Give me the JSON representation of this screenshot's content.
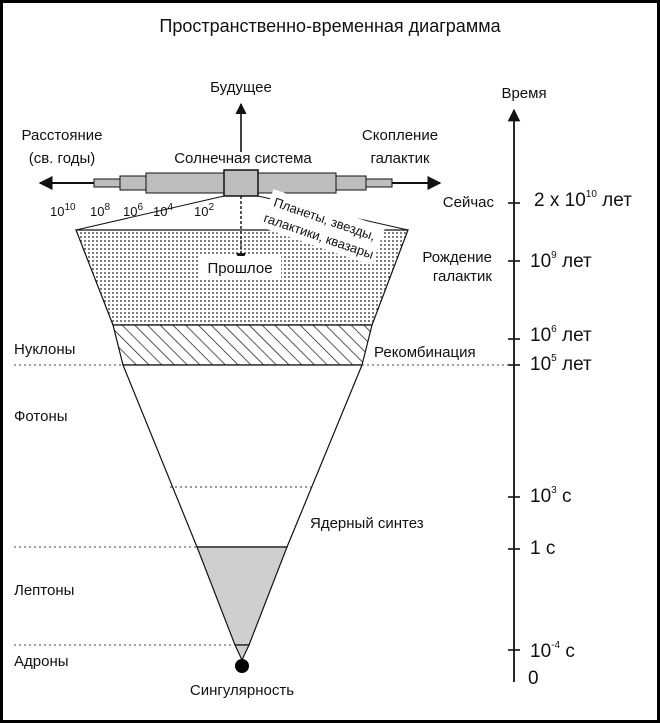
{
  "title": "Пространственно-временная диаграмма",
  "directions": {
    "future": "Будущее",
    "past": "Прошлое",
    "distance_line1": "Расстояние",
    "distance_line2": "(св. годы)",
    "solar_system": "Солнечная система",
    "cluster_line1": "Скопление",
    "cluster_line2": "галактик"
  },
  "distance_ticks": [
    {
      "base": "10",
      "exp": "10"
    },
    {
      "base": "10",
      "exp": "8"
    },
    {
      "base": "10",
      "exp": "6"
    },
    {
      "base": "10",
      "exp": "4"
    },
    {
      "base": "10",
      "exp": "2"
    }
  ],
  "cone_labels": {
    "objects_line1": "Планеты, звезды,",
    "objects_line2": "галактики, квазары"
  },
  "epochs": {
    "now": "Сейчас",
    "galaxy_birth_line1": "Рождение",
    "galaxy_birth_line2": "галактик",
    "recombination": "Рекомбинация",
    "nuclear_synthesis": "Ядерный синтез",
    "singularity": "Сингулярность"
  },
  "eras": {
    "nucleons": "Нуклоны",
    "photons": "Фотоны",
    "leptons": "Лептоны",
    "hadrons": "Адроны"
  },
  "time_axis": {
    "label": "Время",
    "ticks": [
      {
        "prefix": "2 x ",
        "base": "10",
        "exp": "10",
        "unit": " лет"
      },
      {
        "prefix": "",
        "base": "10",
        "exp": "9",
        "unit": " лет"
      },
      {
        "prefix": "",
        "base": "10",
        "exp": "6",
        "unit": " лет"
      },
      {
        "prefix": "",
        "base": "10",
        "exp": "5",
        "unit": " лет"
      },
      {
        "prefix": "",
        "base": "10",
        "exp": "3",
        "unit": " с"
      },
      {
        "prefix": "",
        "base": "1",
        "exp": "",
        "unit": " с"
      },
      {
        "prefix": "",
        "base": "10",
        "exp": "-4",
        "unit": " с"
      },
      {
        "prefix": "",
        "base": "0",
        "exp": "",
        "unit": ""
      }
    ]
  },
  "colors": {
    "ink": "#111111",
    "cone_gray": "#cfcfcf"
  }
}
